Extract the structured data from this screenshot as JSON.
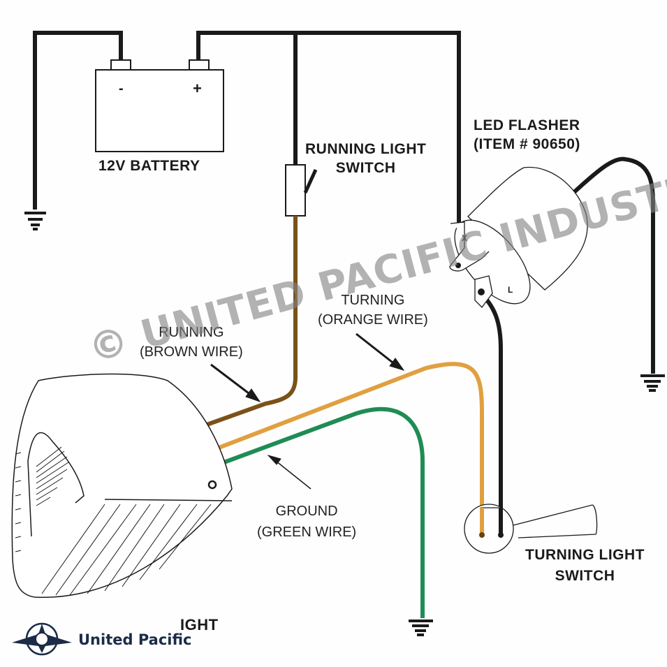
{
  "diagram": {
    "title": "LED Flasher Wiring Diagram",
    "battery": {
      "label": "12V BATTERY",
      "neg_sign": "-",
      "pos_sign": "+"
    },
    "running_switch": {
      "line1": "RUNNING LIGHT",
      "line2": "SWITCH"
    },
    "flasher": {
      "line1": "LED FLASHER",
      "line2": "(ITEM # 90650)",
      "terminal_x": "X",
      "terminal_l": "L"
    },
    "running_wire": {
      "line1": "RUNNING",
      "line2": "(BROWN WIRE)",
      "color": "#7a5218"
    },
    "turning_wire": {
      "line1": "TURNING",
      "line2": "(ORANGE WIRE)",
      "color": "#e0a040"
    },
    "ground_wire": {
      "line1": "GROUND",
      "line2": "(GREEN WIRE)",
      "color": "#1f8c55"
    },
    "turning_switch": {
      "line1": "TURNING LIGHT",
      "line2": "SWITCH"
    },
    "light_label_partial": "IGHT",
    "watermark": "© UNITED PACIFIC INDUSTRIES",
    "logo": {
      "text": "United Pacific",
      "color": "#1b2b48"
    },
    "wire_black": "#1a1a1a"
  }
}
